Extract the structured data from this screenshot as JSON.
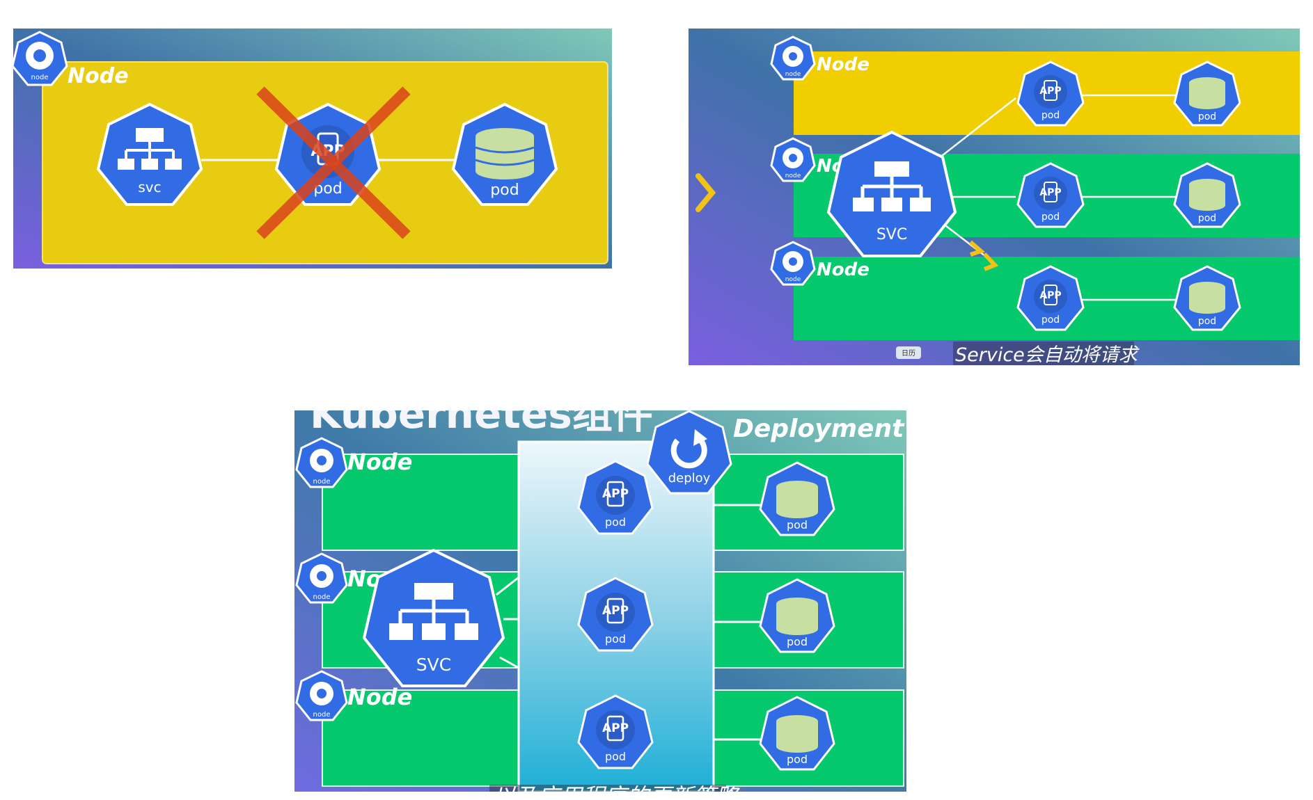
{
  "panel1": {
    "node_label": "Node",
    "node_icon_label": "node",
    "svc_label": "svc",
    "pod_app_label": "pod",
    "pod_db_label": "pod",
    "app_text": "APP"
  },
  "panel2": {
    "node_labels": [
      "Node",
      "No",
      "Node"
    ],
    "node_icon_label": "node",
    "svc_label": "SVC",
    "pod_label": "pod",
    "app_text": "APP",
    "calendar_label": "日历",
    "subtitle": "Service会自动将请求"
  },
  "panel3": {
    "title_partial": "Kubernetes组件",
    "deployment_label": "Deployment",
    "deploy_label": "deploy",
    "node_labels": [
      "Node",
      "No",
      "Node"
    ],
    "node_icon_label": "node",
    "svc_label": "SVC",
    "pod_label": "pod",
    "app_text": "APP",
    "subtitle_partial": "以及应用程序的更新策略"
  },
  "colors": {
    "k8s_blue": "#326ce5",
    "yellow_node": "#e8cc12",
    "green_node": "#06c96e",
    "x_mark": "#d9441c",
    "db_green": "#c7dfa0",
    "arrow_yellow": "#f2c316"
  }
}
